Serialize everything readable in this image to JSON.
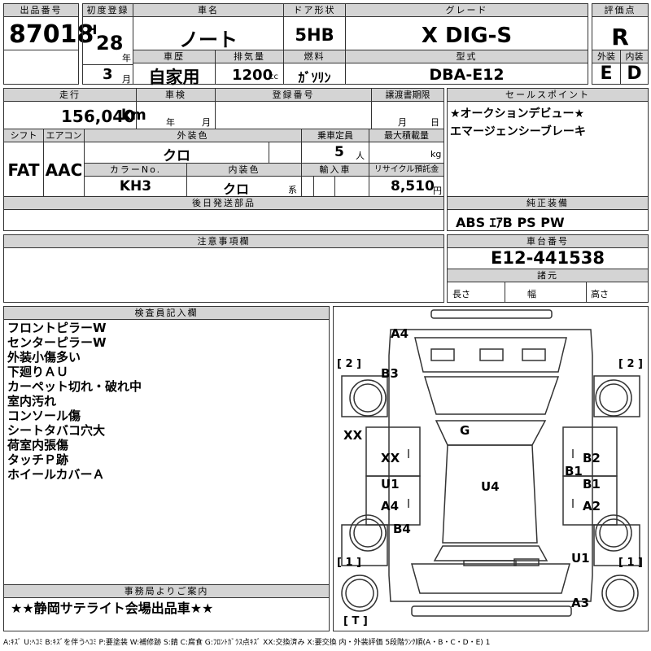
{
  "header": {
    "lot_no_label": "出品番号",
    "lot_no": "87018",
    "first_reg_label": "初度登録",
    "era": "H",
    "year": "28",
    "year_unit": "年",
    "month": "3",
    "month_unit": "月",
    "car_name_label": "車名",
    "car_name": "ノート",
    "door_label": "ドア形状",
    "door": "5HB",
    "grade_label": "グレード",
    "grade": "X DIG-S",
    "score_label": "評価点",
    "score": "R",
    "history_label": "車歴",
    "history": "自家用",
    "displacement_label": "排気量",
    "displacement": "1200",
    "displacement_unit": "cc",
    "fuel_label": "燃料",
    "fuel": "ｶﾞｿﾘﾝ",
    "model_label": "型式",
    "model": "DBA-E12",
    "ext_label": "外装",
    "ext_grade": "E",
    "int_label": "内装",
    "int_grade": "D"
  },
  "row2": {
    "mileage_label": "走行",
    "mileage": "156,040",
    "mileage_unit": "km",
    "inspection_label": "車検",
    "insp_year_unit": "年",
    "insp_month_unit": "月",
    "reg_no_label": "登録番号",
    "transfer_label": "譲渡書期限",
    "transfer_month_unit": "月",
    "transfer_day_unit": "日",
    "sales_label": "セールスポイント",
    "sales_points": [
      "★オークションデビュー★",
      "エマージェンシーブレーキ"
    ]
  },
  "row3": {
    "shift_label": "シフト",
    "shift": "FAT",
    "ac_label": "エアコン",
    "ac": "AAC",
    "ext_color_label": "外装色",
    "ext_color": "クロ",
    "capacity_label": "乗車定員",
    "capacity": "5",
    "capacity_unit": "人",
    "load_label": "最大積載量",
    "load_unit": "kg",
    "color_no_label": "カラーNo.",
    "color_no": "KH3",
    "int_color_label": "内装色",
    "int_color": "クロ",
    "int_color_unit": "系",
    "import_label": "輸入車",
    "recycle_label": "リサイクル預託金",
    "recycle": "8,510",
    "recycle_unit": "円"
  },
  "row4": {
    "later_parts_label": "後日発送部品",
    "equipment_label": "純正装備",
    "equipment": "ABS ｴｱB PS PW"
  },
  "row5": {
    "caution_label": "注意事項欄",
    "chassis_label": "車台番号",
    "chassis": "E12-441538",
    "specs_label": "諸元",
    "length_label": "長さ",
    "width_label": "幅",
    "height_label": "高さ"
  },
  "inspector": {
    "label": "検査員記入欄",
    "notes": [
      "フロントピラーW",
      "センターピラーW",
      "外装小傷多い",
      "下廻りＡＵ",
      "カーペット切れ・破れ中",
      "室内汚れ",
      "コンソール傷",
      "シートタバコ穴大",
      "荷室内張傷",
      "タッチＰ跡",
      "ホイールカバーＡ"
    ]
  },
  "office": {
    "label": "事務局よりご案内",
    "message": "★★静岡サテライト会場出品車★★"
  },
  "diagram": {
    "labels": {
      "a4_top": "A4",
      "b3": "B3",
      "g": "G",
      "xx_left": "XX",
      "xx_mid": "XX",
      "b2": "B2",
      "b1_a": "B1",
      "b1_b": "B1",
      "u1_left": "U1",
      "u4": "U4",
      "a4_left": "A4",
      "a2": "A2",
      "b4": "B4",
      "u1_right": "U1",
      "a3": "A3",
      "tire_fl": "[ 2 ]",
      "tire_fr": "[ 2 ]",
      "tire_rl": "[ 1 ]",
      "tire_rr": "[ 1 ]",
      "spare": "[ T ]"
    }
  },
  "legend": "A:ｷｽﾞ U:ﾍｺﾐ B:ｷｽﾞを伴うﾍｺﾐ P:要塗装 W:補修跡 S:錆 C:腐食 G:ﾌﾛﾝﾄｶﾞﾗｽ点ｷｽﾞ XX:交換済み X:要交換 内・外装評価 5段階ﾗﾝｸ順(A・B・C・D・E) 1"
}
